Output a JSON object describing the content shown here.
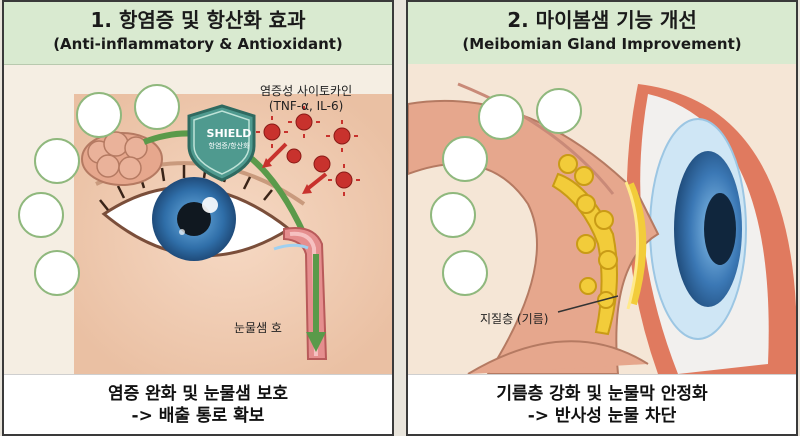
{
  "panel1": {
    "title": "1. 항염증 및 항산화 효과",
    "subtitle": "(Anti-inflammatory & Antioxidant)",
    "shield_word": "SHIELD",
    "shield_sub": "항염증/항산화",
    "cytokine_label": "염증성 사이토카인",
    "cytokine_sub": "(TNF-α, IL-6)",
    "duct_label": "눈물샘 호",
    "footer_line1": "염증 완화 및 눈물샘 보호",
    "footer_line2": "-> 배출 통로 확보"
  },
  "panel2": {
    "title": "2. 마이봄샘 기능 개선",
    "subtitle": "(Meibomian Gland Improvement)",
    "lipid_label": "지질층 (기름)",
    "footer_line1": "기름층 강화 및 눈물막 안정화",
    "footer_line2": "-> 반사성 눈물 차단"
  },
  "colors": {
    "header_green": "#d9ead0",
    "iris_blue": "#3b78b5",
    "shield_teal": "#4f9a8f",
    "virus_red": "#c8322d",
    "lipid_yellow": "#f2cc3a",
    "arrow_green": "#5a9a4a"
  }
}
